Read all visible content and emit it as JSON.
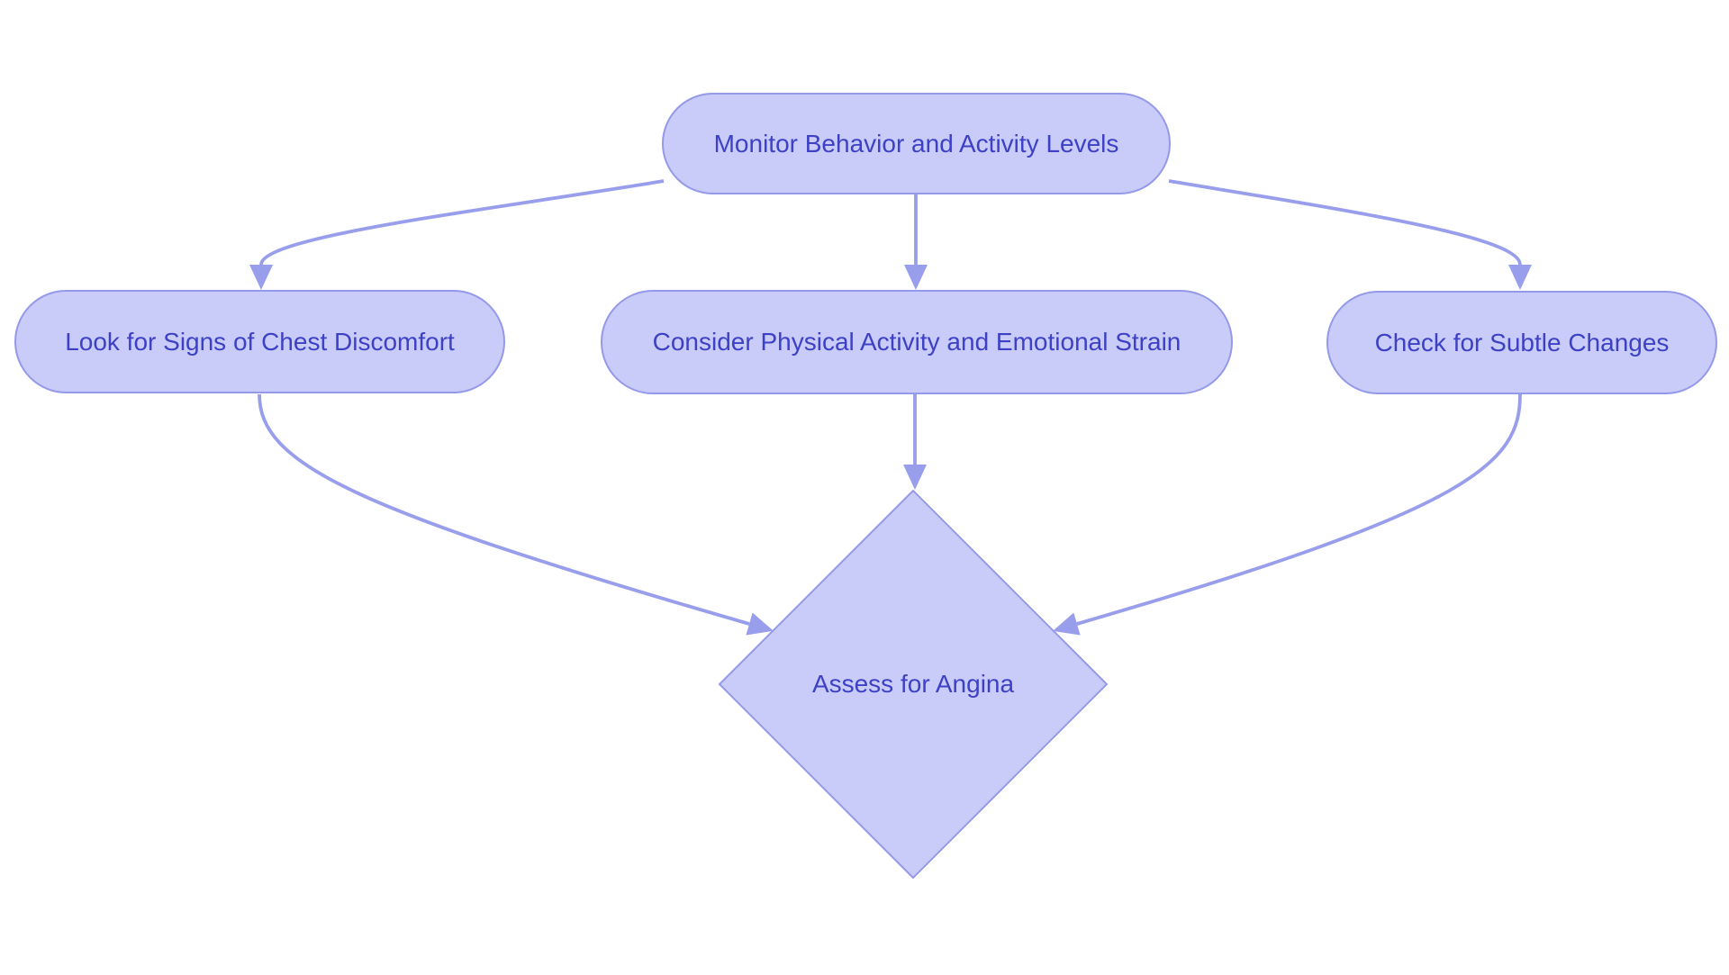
{
  "diagram": {
    "type": "flowchart",
    "orientation": "top-down",
    "colors": {
      "node_fill": "#c9cbf8",
      "node_border": "#9499e9",
      "edge": "#989eeb",
      "text": "#3d41c6",
      "background": "#ffffff"
    },
    "nodes": {
      "monitor": {
        "label": "Monitor Behavior and Activity Levels",
        "shape": "stadium"
      },
      "chest": {
        "label": "Look for Signs of Chest Discomfort",
        "shape": "stadium"
      },
      "physical": {
        "label": "Consider Physical Activity and Emotional Strain",
        "shape": "stadium"
      },
      "subtle": {
        "label": "Check for Subtle Changes",
        "shape": "stadium"
      },
      "assess": {
        "label": "Assess for Angina",
        "shape": "diamond"
      }
    },
    "edges": [
      {
        "from": "monitor",
        "to": "chest",
        "label": ""
      },
      {
        "from": "monitor",
        "to": "physical",
        "label": ""
      },
      {
        "from": "monitor",
        "to": "subtle",
        "label": ""
      },
      {
        "from": "chest",
        "to": "assess",
        "label": ""
      },
      {
        "from": "physical",
        "to": "assess",
        "label": ""
      },
      {
        "from": "subtle",
        "to": "assess",
        "label": ""
      }
    ]
  }
}
